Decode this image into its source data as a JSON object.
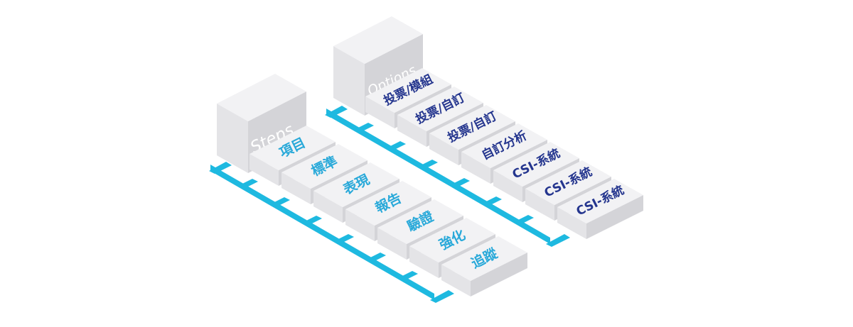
{
  "colors": {
    "rail": "#1eb9e0",
    "steps_text": "#29a9d9",
    "options_text": "#24358e",
    "header_text": "#ffffff",
    "block_top": "#f2f2f4",
    "block_front": "#e4e4e7",
    "block_side": "#d4d4d8"
  },
  "steps": {
    "title": "Steps",
    "items": [
      {
        "label": "項目"
      },
      {
        "label": "標準"
      },
      {
        "label": "表現"
      },
      {
        "label": "報告"
      },
      {
        "label": "驗證"
      },
      {
        "label": "強化"
      },
      {
        "label": "追蹤"
      }
    ]
  },
  "options": {
    "title": "Options",
    "items": [
      {
        "label": "投票/模組"
      },
      {
        "label": "投票/自訂"
      },
      {
        "label": "投票/自訂"
      },
      {
        "label": "自訂分析"
      },
      {
        "label": "CSI-系統"
      },
      {
        "label": "CSI-系統"
      },
      {
        "label": "CSI-系統"
      }
    ]
  }
}
